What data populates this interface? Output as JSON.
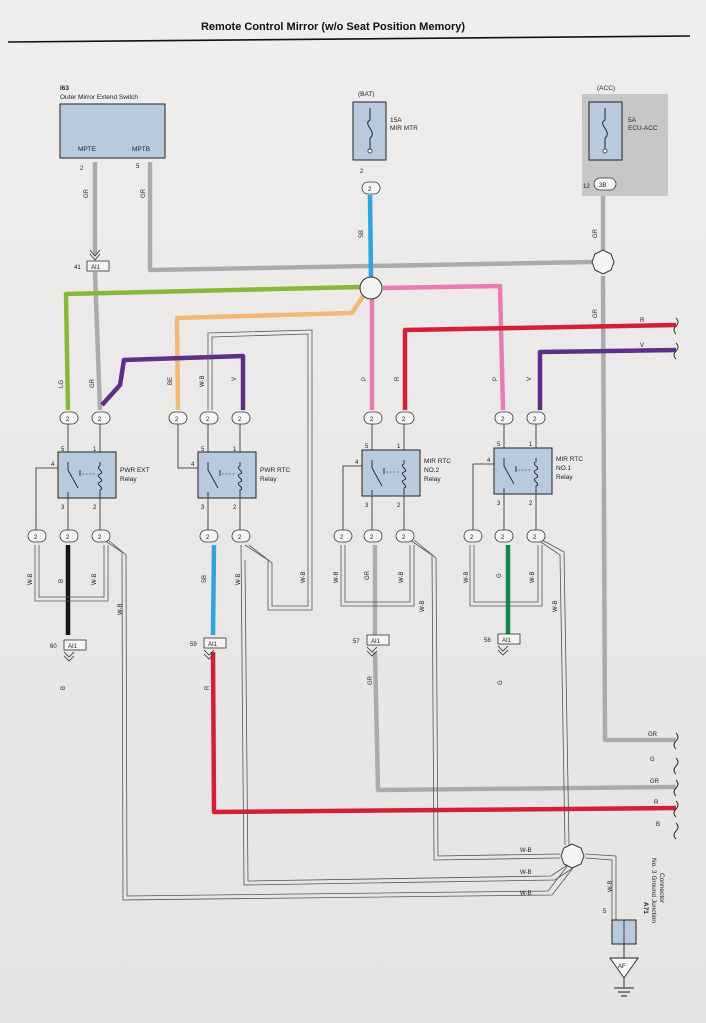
{
  "title": "Remote Control Mirror (w/o Seat Position Memory)",
  "switch": {
    "code": "I63",
    "name": "Outer Mirror Extend Switch",
    "pins": [
      "MPTE",
      "MPTB"
    ],
    "pin_numbers": [
      "2",
      "5"
    ]
  },
  "bat_fuse": {
    "source": "(BAT)",
    "rating": "15A",
    "name": "MIR MTR",
    "pin": "2",
    "connector": "2"
  },
  "acc_fuse": {
    "source": "(ACC)",
    "rating": "5A",
    "name": "ECU-ACC",
    "pin": "12",
    "connector": "3B"
  },
  "relays": [
    {
      "name1": "PWR EXT",
      "name2": "Relay"
    },
    {
      "name1": "PWR RTC",
      "name2": "Relay"
    },
    {
      "name1": "MIR RTC",
      "name2": "NO.2",
      "name3": "Relay"
    },
    {
      "name1": "MIR RTC",
      "name2": "NO.1",
      "name3": "Relay"
    }
  ],
  "pin_numbers": {
    "p5": "5",
    "p1": "1",
    "p4": "4",
    "p3": "3",
    "p2": "2"
  },
  "connector_2": "2",
  "ai1": {
    "label": "AI1",
    "n41": "41",
    "n60": "60",
    "n59": "59",
    "n57": "57",
    "n58": "58"
  },
  "wire_colors": {
    "GR": "GR",
    "SB": "SB",
    "LG": "LG",
    "BE": "BE",
    "WB": "W-B",
    "V": "V",
    "P": "P",
    "R": "R",
    "B": "B",
    "G": "G"
  },
  "ground": {
    "code": "A71",
    "name1": "No. 3 Ground Junction",
    "name2": "Connector",
    "pin": "5",
    "af": "AF"
  },
  "colors": {
    "gray": "#a9acae",
    "blue": "#2fa3dc",
    "green_lg": "#86b83a",
    "beige": "#f3b877",
    "violet": "#5e2f86",
    "pink": "#e77bb4",
    "red": "#d41f34",
    "green": "#12884a",
    "black": "#151515",
    "relay": "#b9c9de"
  }
}
